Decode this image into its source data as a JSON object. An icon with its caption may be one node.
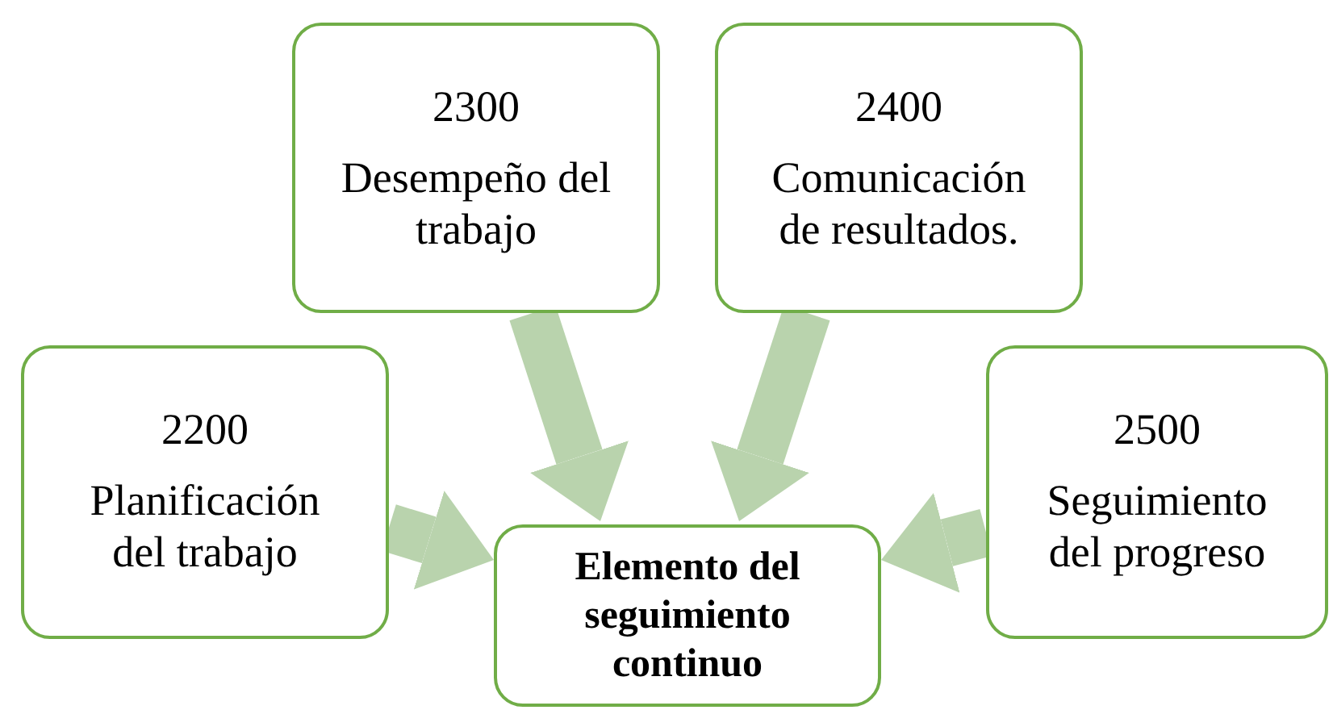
{
  "diagram": {
    "nodes": [
      {
        "text": [
          "2200",
          "Planificación del trabajo"
        ]
      },
      {
        "text": [
          "2300",
          "Desempeño del trabajo"
        ]
      },
      {
        "text": [
          "2400",
          "Comunicación de resultados."
        ]
      },
      {
        "text": [
          "2500",
          "Seguimiento del progreso"
        ]
      },
      {
        "text": [
          "Elemento del seguimiento continuo"
        ]
      }
    ],
    "edges": [
      {
        "from": 0,
        "to": 4,
        "arrow": "to"
      },
      {
        "from": 1,
        "to": 4,
        "arrow": "to"
      },
      {
        "from": 2,
        "to": 4,
        "arrow": "to"
      },
      {
        "from": 3,
        "to": 4,
        "arrow": "to"
      }
    ]
  }
}
